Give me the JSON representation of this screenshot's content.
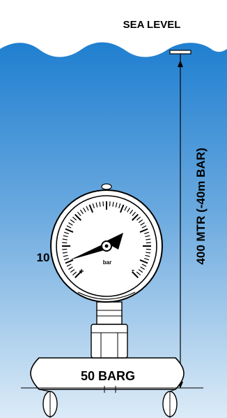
{
  "labels": {
    "sea_level": "SEA LEVEL",
    "depth": "400 MTR (-40m BAR)",
    "gauge_value": "10",
    "pipe_pressure": "50 BARG"
  },
  "gauge": {
    "unit": "bar",
    "scale_min_mark": "+",
    "scale_max_mark": "-"
  },
  "colors": {
    "water_top": "#1f7fd0",
    "water_bottom": "#dcebf7",
    "outline": "#000000"
  }
}
